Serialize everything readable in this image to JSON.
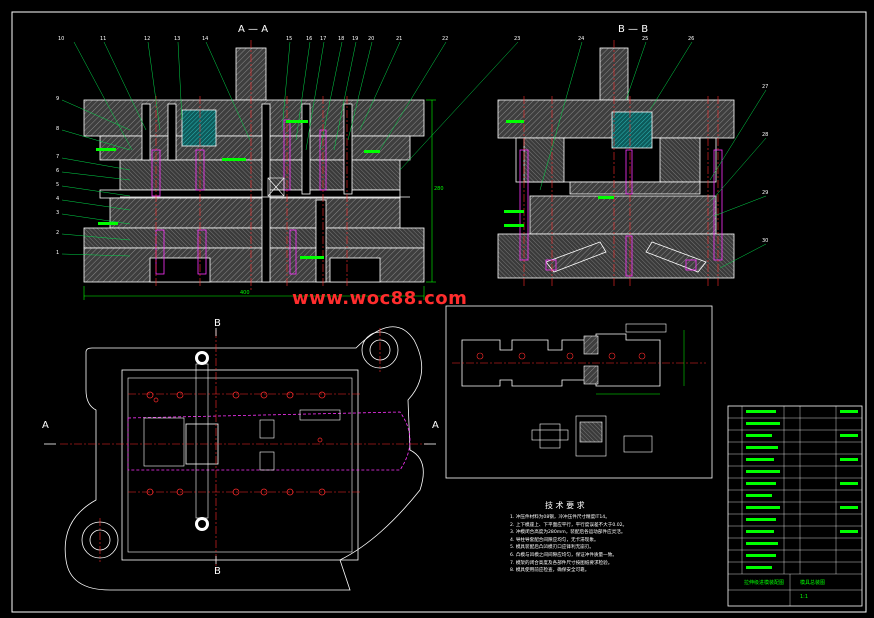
{
  "section_labels": {
    "a_a": "A — A",
    "b_b": "B — B",
    "plan_b_top": "B",
    "plan_b_bottom": "B",
    "plan_a_left": "A",
    "plan_a_right": "A"
  },
  "watermark": "www.woc88.com",
  "part_numbers": [
    "10",
    "11",
    "12",
    "13",
    "14",
    "15",
    "16",
    "17",
    "18",
    "19",
    "20",
    "21",
    "22",
    "23",
    "24",
    "25",
    "26",
    "27",
    "28",
    "29",
    "30",
    "9",
    "8",
    "7",
    "6",
    "5",
    "4",
    "3",
    "2",
    "1"
  ],
  "dimensions": {
    "overall_width": "400",
    "overall_height": "280"
  },
  "technical_requirements": {
    "title": "技 术 要 求",
    "items": [
      "1. 冲压件材料为08钢，冷冲压件尺寸精度IT14。",
      "2. 上下模座上、下平面应平行，平行度误差不大于0.02。",
      "3. 冲模闭合高度为280mm，装配后各运动部件应灵活。",
      "4. 导柱导套配合间隙应均匀，无卡滞现象。",
      "5. 模具装配后凸凹模刃口应锋利无崩刃。",
      "6. 凸模与凹模之间间隙应均匀，保证冲件质量一致。",
      "7. 模架的闭合高度及各部件尺寸按图纸要求检验。",
      "8. 模具使用前应检查，确保安全可靠。"
    ]
  },
  "title_block": {
    "heading": "拉伸级进模装配图",
    "sheet": "模具总装图",
    "scale": "1:1"
  },
  "colors": {
    "outline": "#ffffff",
    "hatch": "#6f6f6f",
    "centerline": "#ff2b2b",
    "leader": "#00d84a",
    "highlight": "#ff33ff",
    "label_green": "#00ff55",
    "cyan": "#33e5ff"
  }
}
